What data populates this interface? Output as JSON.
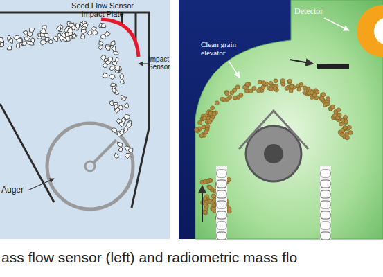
{
  "diagram": {
    "caption": "ass flow sensor (left) and radiometric mass flo",
    "labels": [
      "Seed Flow Sensor Impact Plate",
      "Impact Sensor",
      "Auger",
      "Detector",
      "Clean grain elevator"
    ]
  }
}
